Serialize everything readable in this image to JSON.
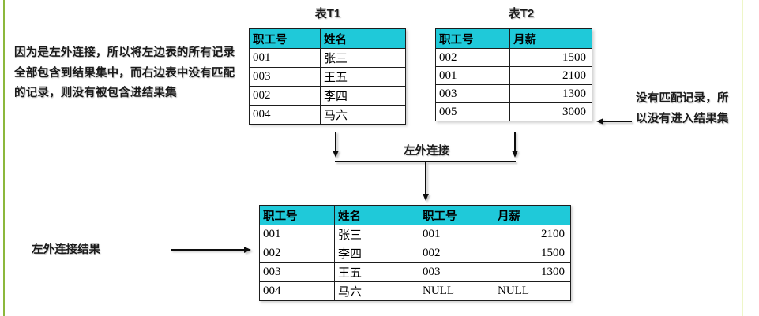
{
  "theme": {
    "header_bg": "#1fc9d9",
    "border": "#1d1d1d",
    "text": "#1a1a1a",
    "edge_left": "#8cb83c",
    "edge_right": "#eef6c8"
  },
  "notes": {
    "left": "因为是左外连接，所以将左边表的所有记录全部包含到结果集中，而右边表中没有匹配的记录，则没有被包含进结果集",
    "right": "没有匹配记录，所以没有进入结果集"
  },
  "labels": {
    "table_t1_title": "表T1",
    "table_t2_title": "表T2",
    "join_operation": "左外连接",
    "result_label": "左外连接结果"
  },
  "tables": {
    "t1": {
      "title": "表T1",
      "headers": [
        "职工号",
        "姓名"
      ],
      "rows": [
        [
          "001",
          "张三"
        ],
        [
          "003",
          "王五"
        ],
        [
          "002",
          "李四"
        ],
        [
          "004",
          "马六"
        ]
      ]
    },
    "t2": {
      "title": "表T2",
      "headers": [
        "职工号",
        "月薪"
      ],
      "rows": [
        [
          "002",
          "1500"
        ],
        [
          "001",
          "2100"
        ],
        [
          "003",
          "1300"
        ],
        [
          "005",
          "3000"
        ]
      ]
    },
    "result": {
      "headers": [
        "职工号",
        "姓名",
        "职工号",
        "月薪"
      ],
      "rows": [
        [
          "001",
          "张三",
          "001",
          "2100"
        ],
        [
          "002",
          "李四",
          "002",
          "1500"
        ],
        [
          "003",
          "王五",
          "003",
          "1300"
        ],
        [
          "004",
          "马六",
          "NULL",
          "NULL"
        ]
      ]
    }
  },
  "arrows": {
    "t1_down": "arrow-down-from-t1",
    "t2_down": "arrow-down-from-t2",
    "join_down": "arrow-down-to-result",
    "note_right_to_t2": "arrow-left-to-t2-row",
    "result_label_to_table": "arrow-right-to-result-table"
  }
}
